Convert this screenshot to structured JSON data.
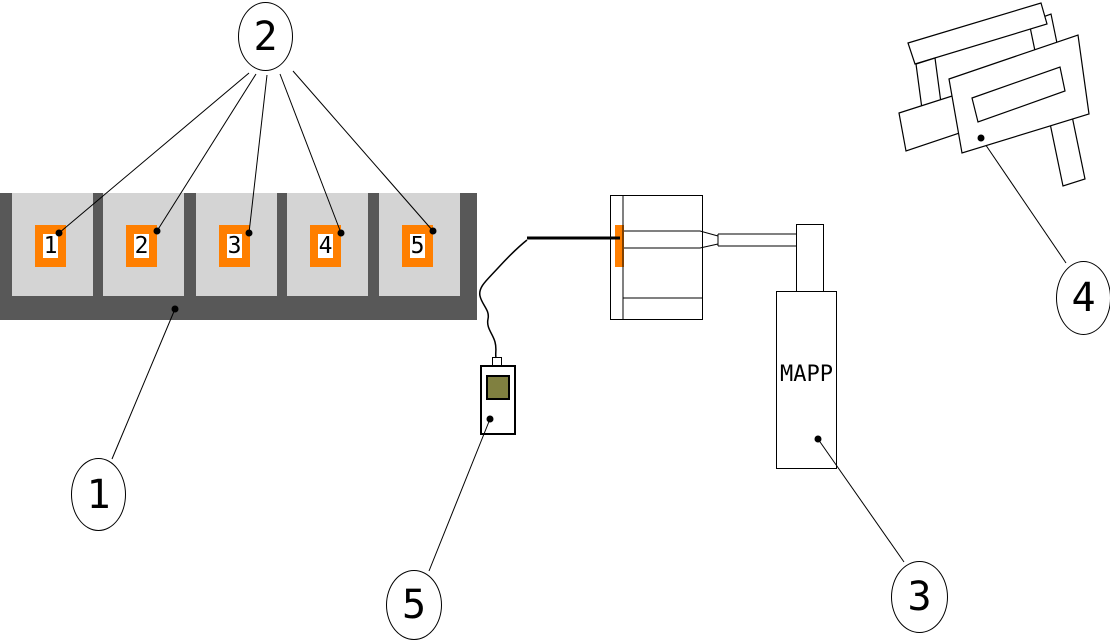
{
  "scene": {
    "specimens": {
      "labels": [
        "1",
        "2",
        "3",
        "4",
        "5"
      ]
    },
    "cylinder": {
      "label": "MAPP"
    },
    "callouts": {
      "labels": [
        "1",
        "2",
        "3",
        "4",
        "5"
      ]
    },
    "colors": {
      "accent_orange": "#ff7f00",
      "holder_dark_gray": "#585858",
      "panel_light_gray": "#d4d4d4",
      "lcd_olive": "#808040",
      "linework_black": "#000000",
      "background": "#ffffff"
    }
  }
}
